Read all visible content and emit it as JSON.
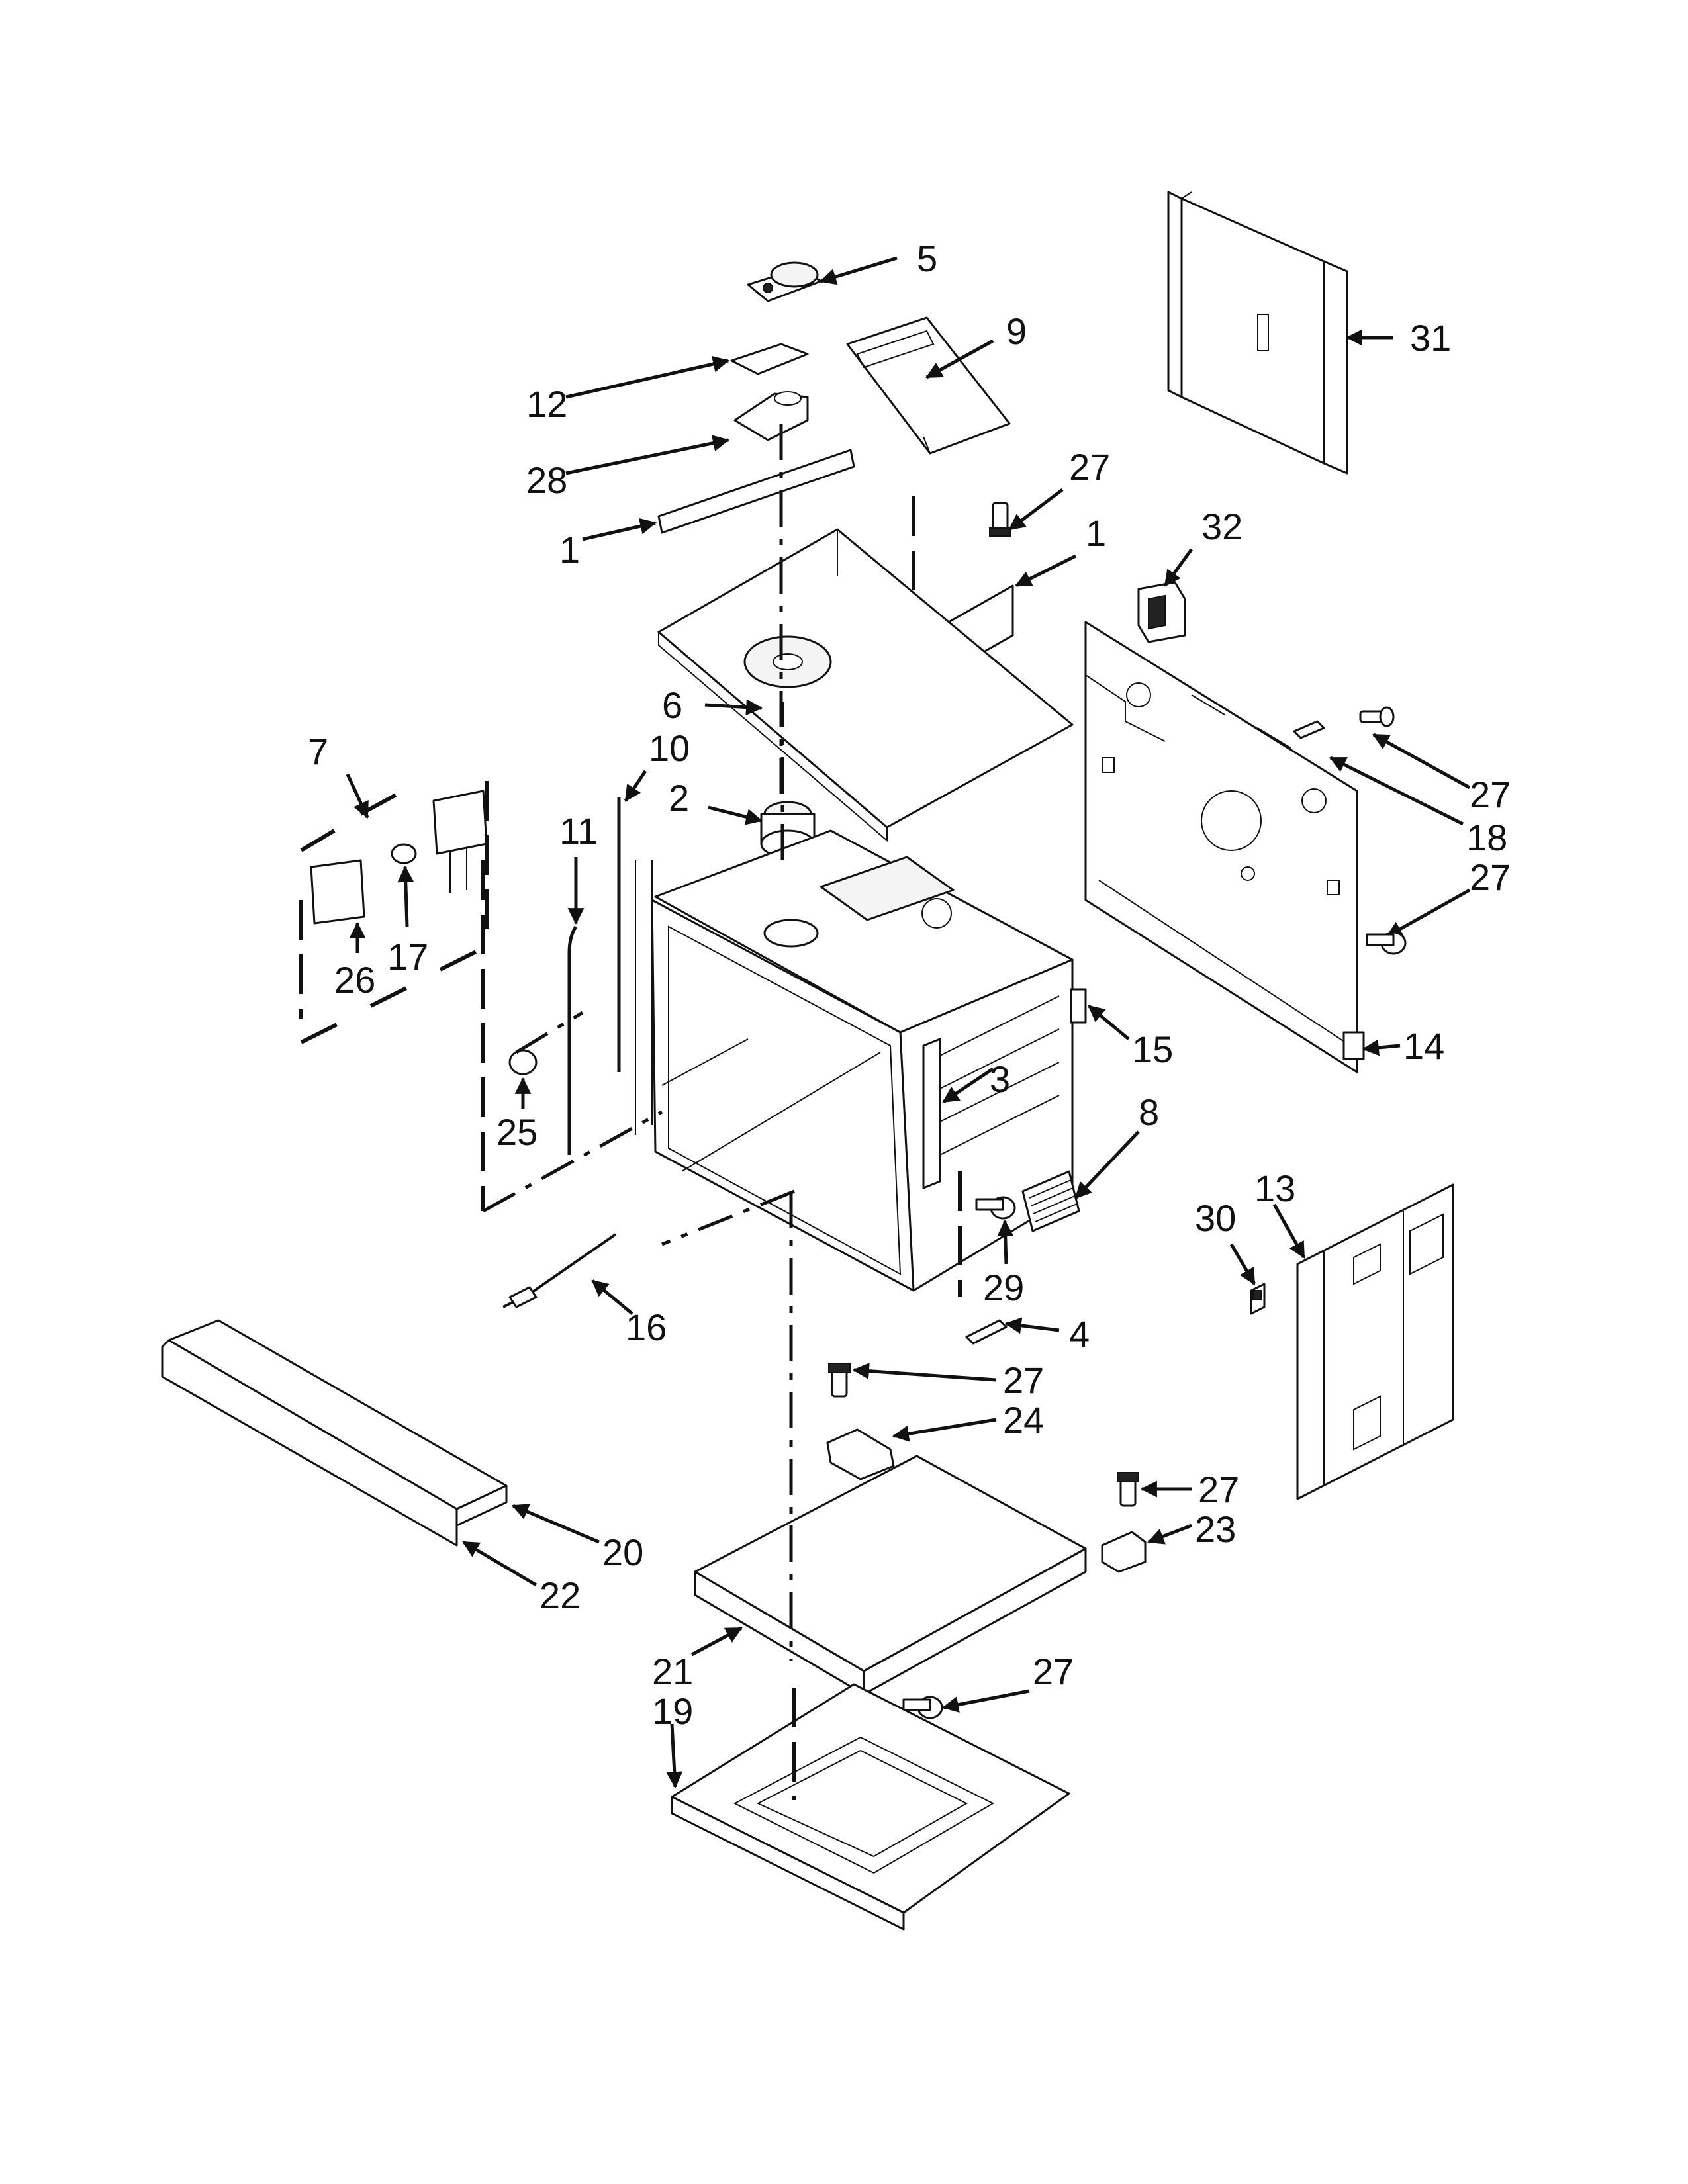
{
  "diagram": {
    "callouts": [
      "1",
      "1",
      "2",
      "3",
      "4",
      "5",
      "6",
      "7",
      "8",
      "9",
      "10",
      "11",
      "12",
      "13",
      "14",
      "15",
      "16",
      "17",
      "18",
      "19",
      "20",
      "21",
      "22",
      "23",
      "24",
      "25",
      "26",
      "27",
      "27",
      "27",
      "27",
      "27",
      "27",
      "27",
      "28",
      "29",
      "30",
      "31",
      "32"
    ]
  },
  "colors": {
    "ink": "#111111",
    "paper": "#ffffff"
  }
}
